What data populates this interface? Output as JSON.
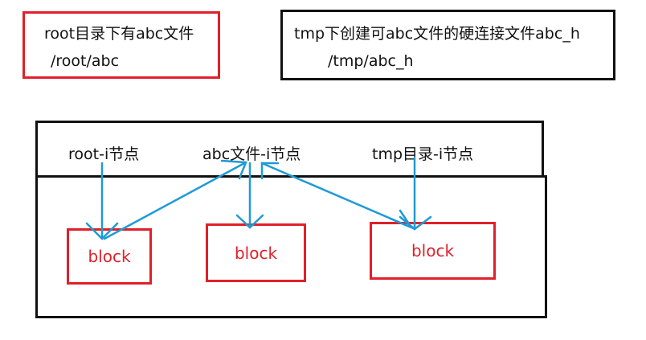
{
  "root_note": {
    "line1": "root目录下有abc文件",
    "line2": "/root/abc"
  },
  "tmp_note": {
    "line1": "tmp下创建可abc文件的硬连接文件abc_h",
    "line2": "/tmp/abc_h"
  },
  "inode_row": {
    "root_inode": "root-i节点",
    "abc_inode": "abc文件-i节点",
    "tmp_inode": "tmp目录-i节点"
  },
  "blocks": [
    {
      "label": "block"
    },
    {
      "label": "block"
    },
    {
      "label": "block"
    }
  ],
  "colors": {
    "red": "#e0202a",
    "black": "#111111",
    "arrow": "#1f9ad6"
  }
}
